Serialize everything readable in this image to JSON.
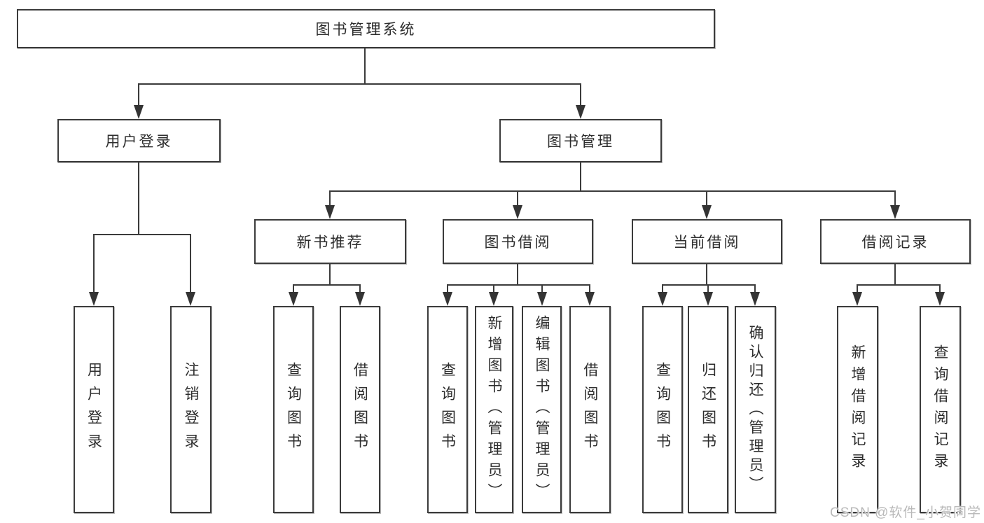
{
  "diagram": {
    "type": "hierarchy",
    "colors": {
      "line": "#3b3b3b",
      "box_border": "#3b3b3b",
      "text": "#2d2d2d",
      "background": "#ffffff",
      "watermark": "#b9b9b9"
    },
    "root": {
      "label": "图书管理系统",
      "children": [
        {
          "label": "用户登录",
          "children": [
            {
              "label": "用户登录"
            },
            {
              "label": "注销登录"
            }
          ]
        },
        {
          "label": "图书管理",
          "children": [
            {
              "label": "新书推荐",
              "children": [
                {
                  "label": "查询图书"
                },
                {
                  "label": "借阅图书"
                }
              ]
            },
            {
              "label": "图书借阅",
              "children": [
                {
                  "label": "查询图书"
                },
                {
                  "label": "新增图书（管理员）"
                },
                {
                  "label": "编辑图书（管理员）"
                },
                {
                  "label": "借阅图书"
                }
              ]
            },
            {
              "label": "当前借阅",
              "children": [
                {
                  "label": "查询图书"
                },
                {
                  "label": "归还图书"
                },
                {
                  "label": "确认归还（管理员）"
                }
              ]
            },
            {
              "label": "借阅记录",
              "children": [
                {
                  "label": "新增借阅记录"
                },
                {
                  "label": "查询借阅记录"
                }
              ]
            }
          ]
        }
      ]
    },
    "watermark": "CSDN @软件_小贺同学"
  }
}
